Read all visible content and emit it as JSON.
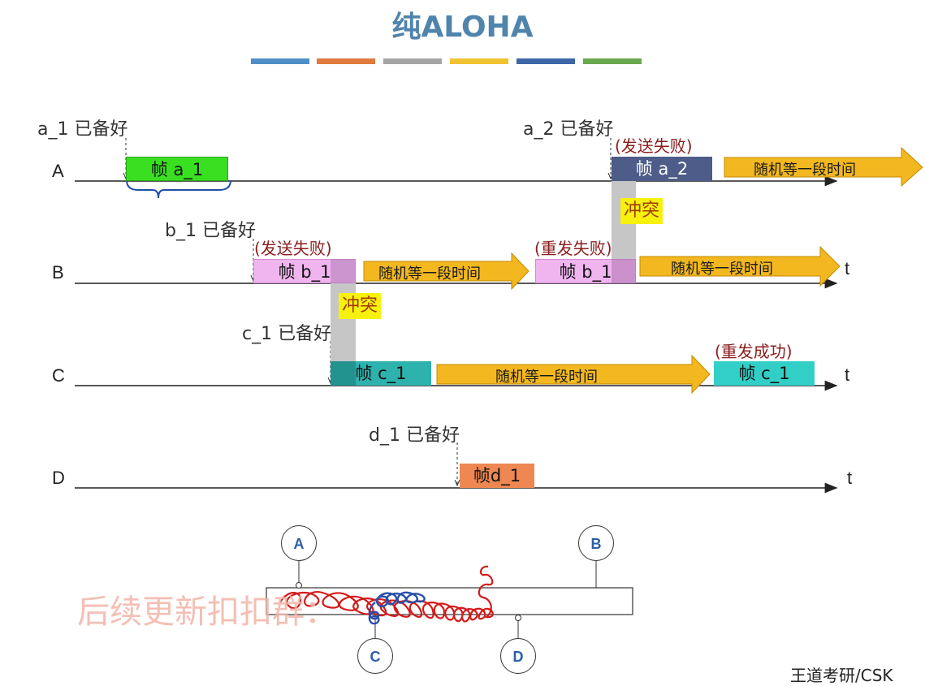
{
  "title": "纯ALOHA",
  "color_bar": [
    "#4f8fc5",
    "#e07a3d",
    "#a5a5a5",
    "#f1c232",
    "#3d66a8",
    "#6aa84f"
  ],
  "rows": {
    "A": "A",
    "B": "B",
    "C": "C",
    "D": "D"
  },
  "t_label": "t",
  "ready": {
    "a1": "a_1 已备好",
    "a2": "a_2 已备好",
    "b1": "b_1 已备好",
    "c1": "c_1 已备好",
    "d1": "d_1 已备好"
  },
  "frames": {
    "a1": "帧 a_1",
    "a2": "帧 a_2",
    "b1_first": "帧 b_1",
    "b1_second": "帧 b_1",
    "c1_first": "帧 c_1",
    "c1_second": "帧 c_1",
    "d1": "帧d_1"
  },
  "status": {
    "a2_fail": "(发送失败)",
    "b1_fail": "(发送失败)",
    "b1_resend_fail": "(重发失败)",
    "c1_resend_ok": "(重发成功)"
  },
  "collision": {
    "label1": "冲突",
    "label2": "冲突"
  },
  "backoff": {
    "a": "随机等一段时间",
    "b1": "随机等一段时间",
    "b2": "随机等一段时间",
    "c": "随机等一段时间"
  },
  "nodes": {
    "A": "A",
    "B": "B",
    "C": "C",
    "D": "D"
  },
  "watermark": "后续更新扣扣群：",
  "credit": "王道考研/CSK"
}
